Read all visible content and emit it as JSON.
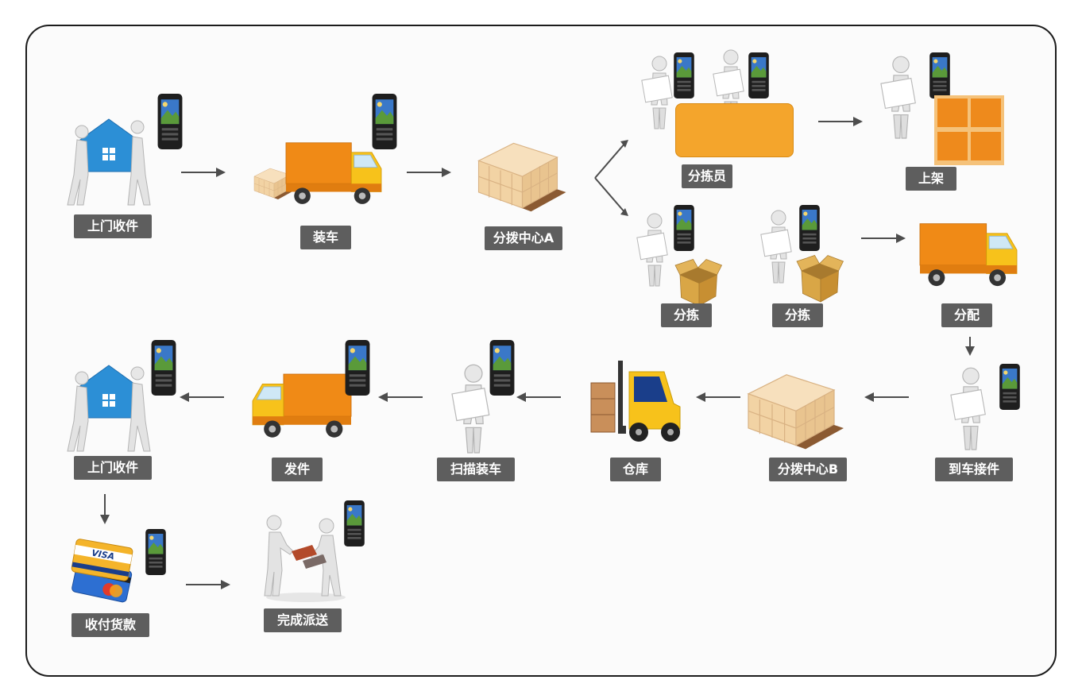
{
  "steps": {
    "pickup_1": "上门收件",
    "load_truck": "装车",
    "sort_center_a": "分拨中心A",
    "sorter": "分拣员",
    "shelve": "上架",
    "sort_1": "分拣",
    "sort_2": "分拣",
    "distribute": "分配",
    "arrival_receive": "到车接件",
    "sort_center_b": "分拨中心B",
    "warehouse": "仓库",
    "scan_load": "扫描装车",
    "dispatch": "发件",
    "pickup_2": "上门收件",
    "collect_payment": "收付货款",
    "delivery_done": "完成派送"
  },
  "card": {
    "brand": "VISA"
  },
  "colors": {
    "label_bg": "#5e5e5e",
    "arrow": "#4d4d4d",
    "truck_orange": "#f39a1e",
    "truck_yellow": "#f7c21b",
    "box_beige": "#f2d3a4",
    "house_blue": "#2c8fd6",
    "shelf_orange": "#ee8a1c"
  },
  "icons": [
    "house-icon",
    "mobile-terminal-icon",
    "truck-icon",
    "pallet-boxes-icon",
    "person-with-board-icon",
    "open-box-icon",
    "shelf-icon",
    "forklift-icon",
    "credit-card-icon",
    "handshake-icon"
  ]
}
